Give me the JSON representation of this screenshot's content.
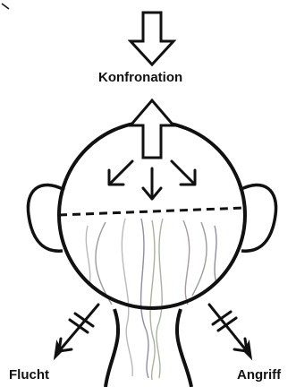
{
  "labels": {
    "top": "Konfronation",
    "left": "Flucht",
    "right": "Angriff"
  },
  "colors": {
    "stroke": "#111111",
    "hair_colors": [
      "#9b9b9b",
      "#b9b9b9",
      "#8e8ea8",
      "#a9b39a",
      "#a89a9a"
    ]
  }
}
